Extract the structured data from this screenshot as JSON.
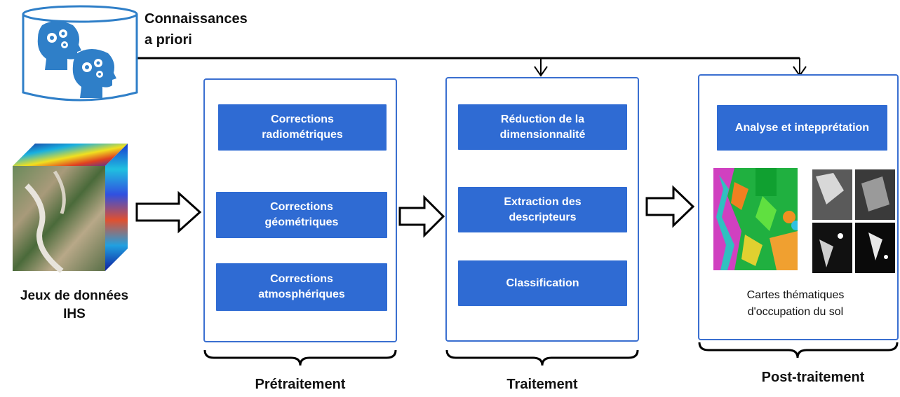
{
  "knowledge": {
    "line1": "Connaissances",
    "line2": "a priori"
  },
  "dataset": {
    "line1": "Jeux de données",
    "line2": "IHS"
  },
  "stages": {
    "pre": {
      "title": "Prétraitement",
      "steps": [
        "Corrections\nradiométriques",
        "Corrections\ngéométriques",
        "Corrections\natmosphériques"
      ]
    },
    "proc": {
      "title": "Traitement",
      "steps": [
        "Réduction de la\ndimensionnalité",
        "Extraction des\ndescripteurs",
        "Classification"
      ]
    },
    "post": {
      "title": "Post-traitement",
      "steps": [
        "Analyse et intepprétation"
      ],
      "caption_line1": "Cartes thématiques",
      "caption_line2": "d'occupation du sol"
    }
  },
  "colors": {
    "accent": "#2f6bd3",
    "border": "#3a6fd0",
    "head": "#2f7fc8"
  },
  "icons": [
    "database-icon",
    "head-gears-icon",
    "hypercube-icon",
    "thematic-map-icon",
    "grayscale-maps-icon"
  ]
}
